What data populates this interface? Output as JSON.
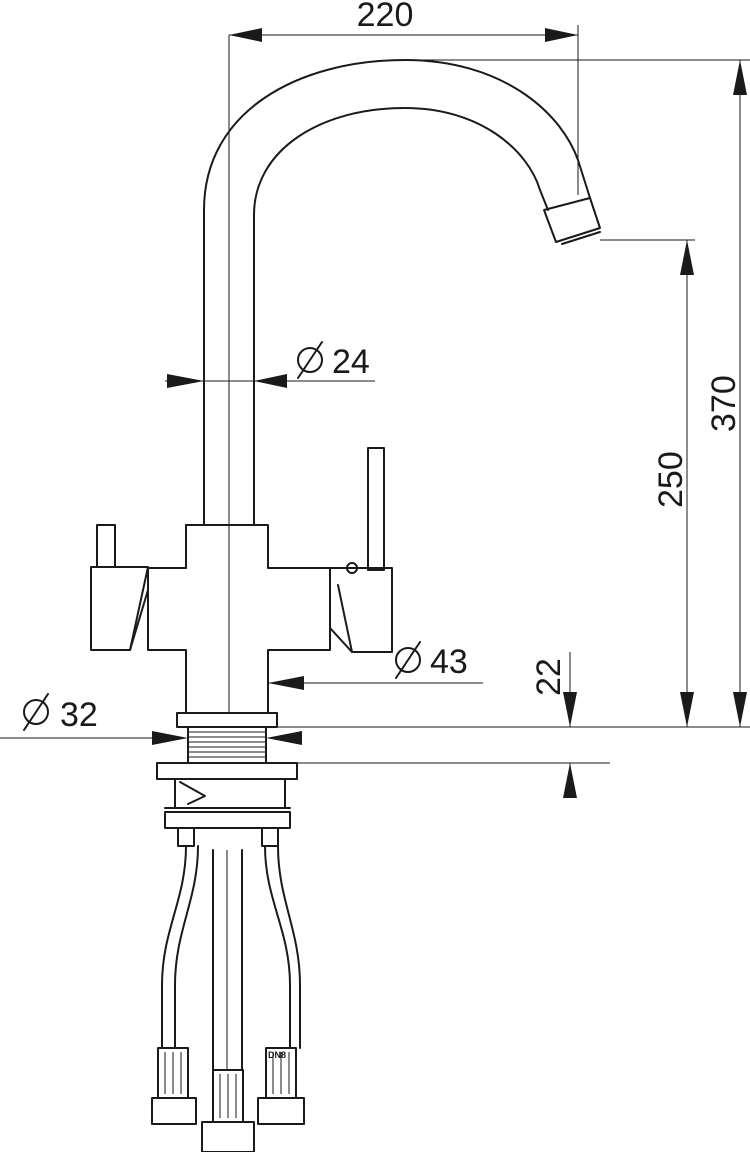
{
  "dimensions": {
    "spout_reach": "220",
    "total_height": "370",
    "spout_height": "250",
    "deck_thickness": "22",
    "tube_diameter": "24",
    "body_diameter": "43",
    "thread_diameter": "32"
  },
  "hose_label": "DN8",
  "diameter_symbol": "diameter-symbol-icon"
}
